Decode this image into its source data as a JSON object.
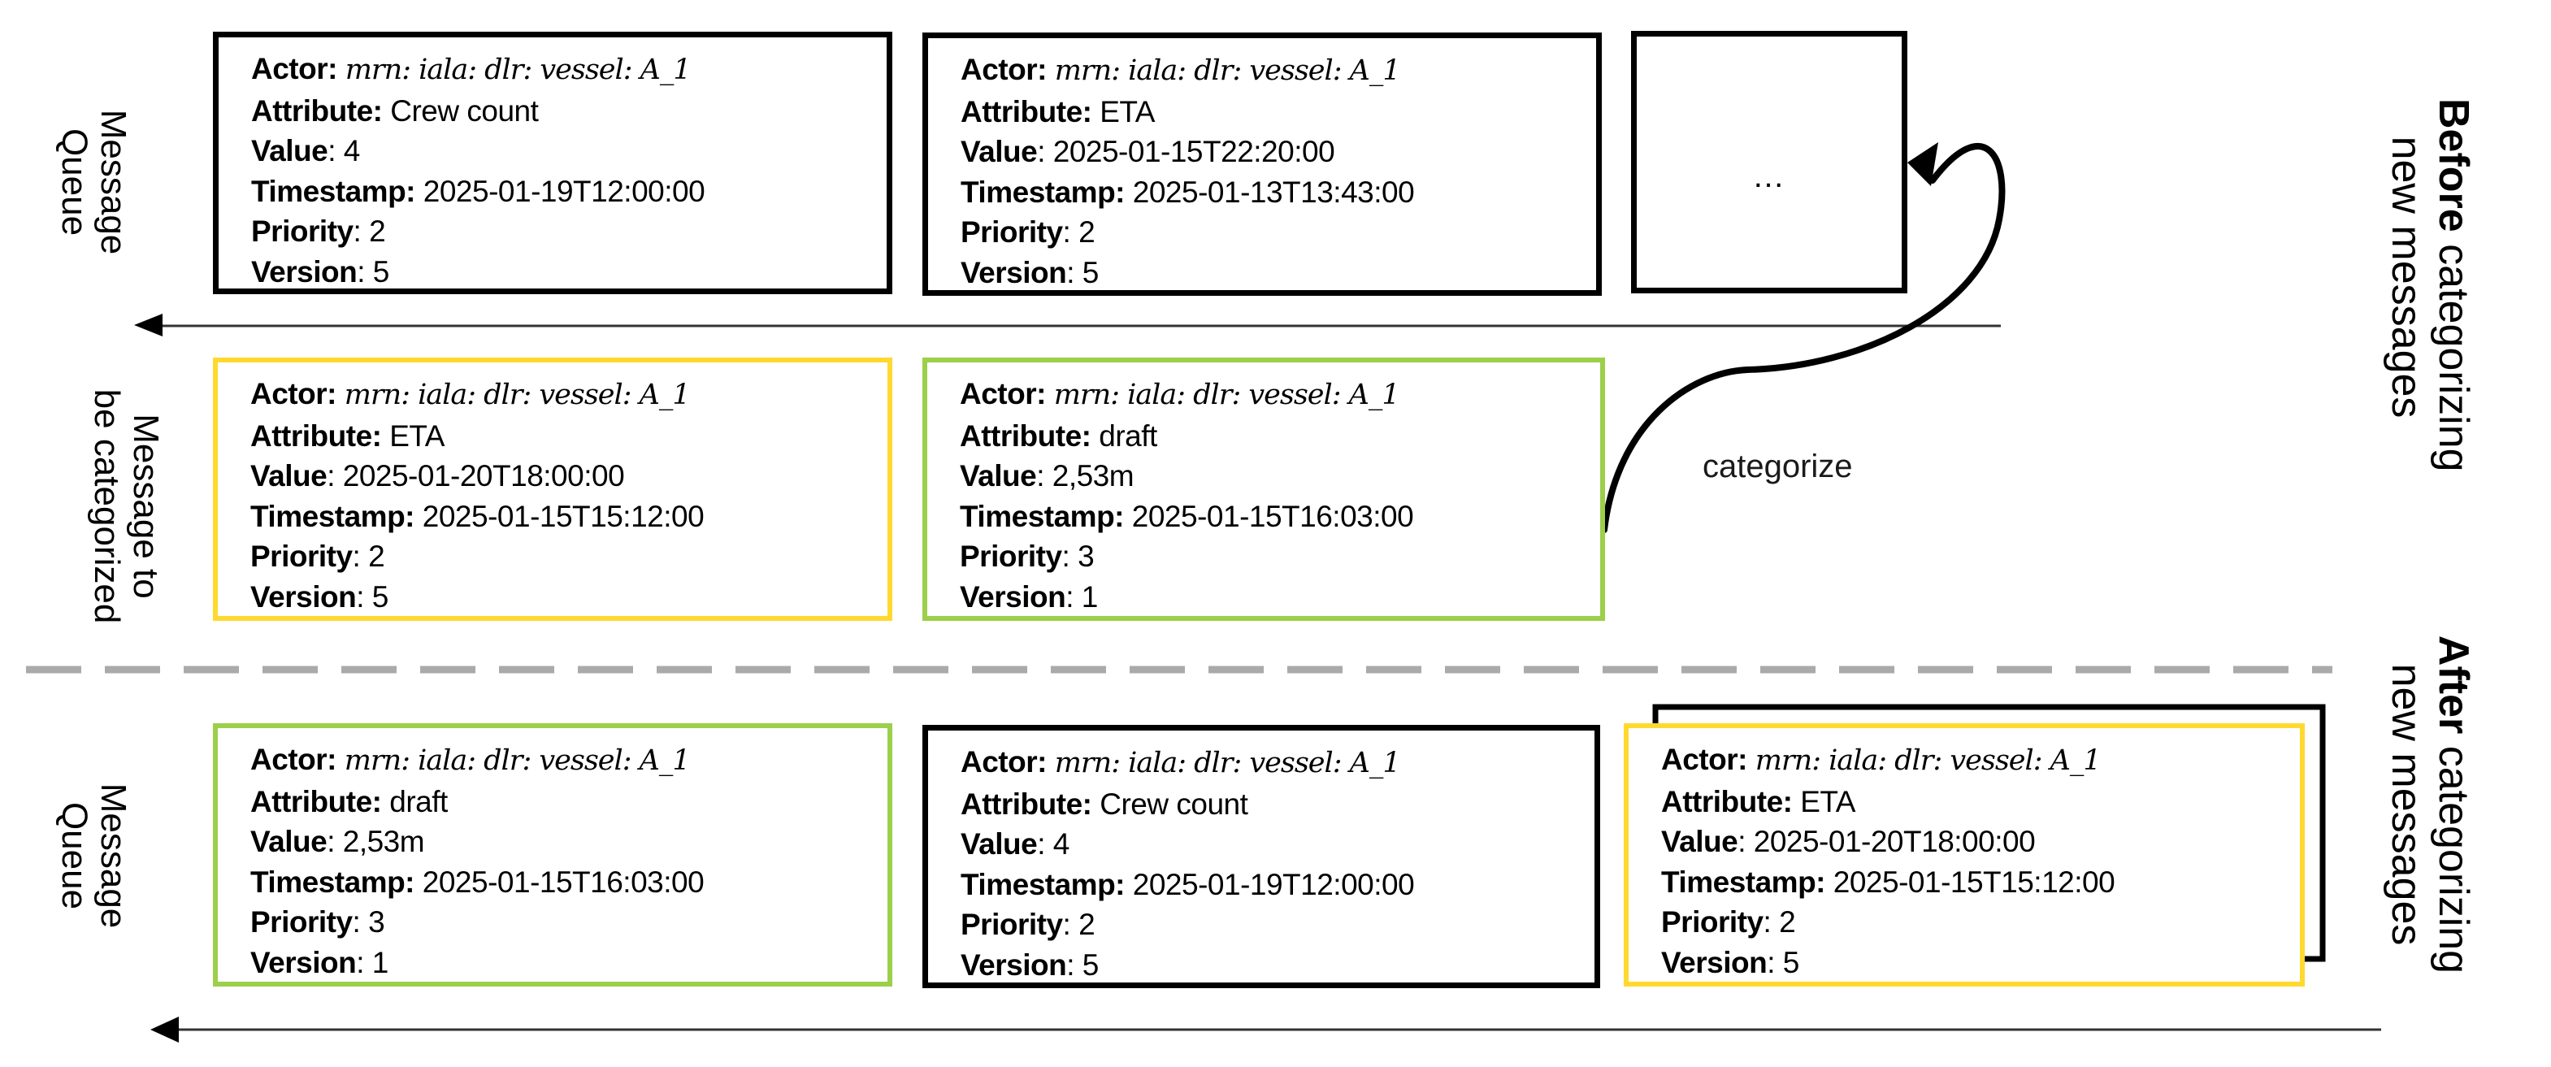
{
  "field_labels": {
    "actor": "Actor:",
    "attribute": "Attribute:",
    "value": "Value",
    "timestamp": "Timestamp:",
    "priority": "Priority",
    "version": "Version"
  },
  "colors": {
    "default_border": "#000000",
    "yellow_border": "#FFD92F",
    "green_border": "#9CCF4A",
    "separator": "#AAAAAA"
  },
  "before": {
    "section_label_strong": "Before",
    "section_label_rest_line1": " categorizing",
    "section_label_line2": "new messages",
    "queue_label_line1": "Message",
    "queue_label_line2": "Queue",
    "to_categorize_label_line1": "Message to",
    "to_categorize_label_line2": "be categorized",
    "queue": [
      {
        "border": "black",
        "actor": "mrn: iala: dlr: vessel: A_1",
        "attribute": "Crew count",
        "value": "4",
        "timestamp": "2025-01-19T12:00:00",
        "priority": "2",
        "version": "5"
      },
      {
        "border": "black",
        "actor": "mrn: iala: dlr: vessel: A_1",
        "attribute": "ETA",
        "value": "2025-01-15T22:20:00",
        "timestamp": "2025-01-13T13:43:00",
        "priority": "2",
        "version": "5"
      }
    ],
    "queue_ellipsis": "…",
    "to_categorize": [
      {
        "border": "yellow",
        "actor": "mrn: iala: dlr: vessel: A_1",
        "attribute": "ETA",
        "value": "2025-01-20T18:00:00",
        "timestamp": "2025-01-15T15:12:00",
        "priority": "2",
        "version": "5"
      },
      {
        "border": "green",
        "actor": "mrn: iala: dlr: vessel: A_1",
        "attribute": "draft",
        "value": "2,53m",
        "timestamp": "2025-01-15T16:03:00",
        "priority": "3",
        "version": "1"
      }
    ],
    "categorize_arrow_label": "categorize"
  },
  "after": {
    "section_label_strong": "After",
    "section_label_rest_line1": " categorizing",
    "section_label_line2": "new messages",
    "queue_label_line1": "Message",
    "queue_label_line2": "Queue",
    "queue": [
      {
        "border": "green",
        "actor": "mrn: iala: dlr: vessel: A_1",
        "attribute": "draft",
        "value": "2,53m",
        "timestamp": "2025-01-15T16:03:00",
        "priority": "3",
        "version": "1"
      },
      {
        "border": "black",
        "actor": "mrn: iala: dlr: vessel: A_1",
        "attribute": "Crew count",
        "value": "4",
        "timestamp": "2025-01-19T12:00:00",
        "priority": "2",
        "version": "5"
      },
      {
        "border": "yellow",
        "actor": "mrn: iala: dlr: vessel: A_1",
        "attribute": "ETA",
        "value": "2025-01-20T18:00:00",
        "timestamp": "2025-01-15T15:12:00",
        "priority": "2",
        "version": "5"
      }
    ]
  }
}
